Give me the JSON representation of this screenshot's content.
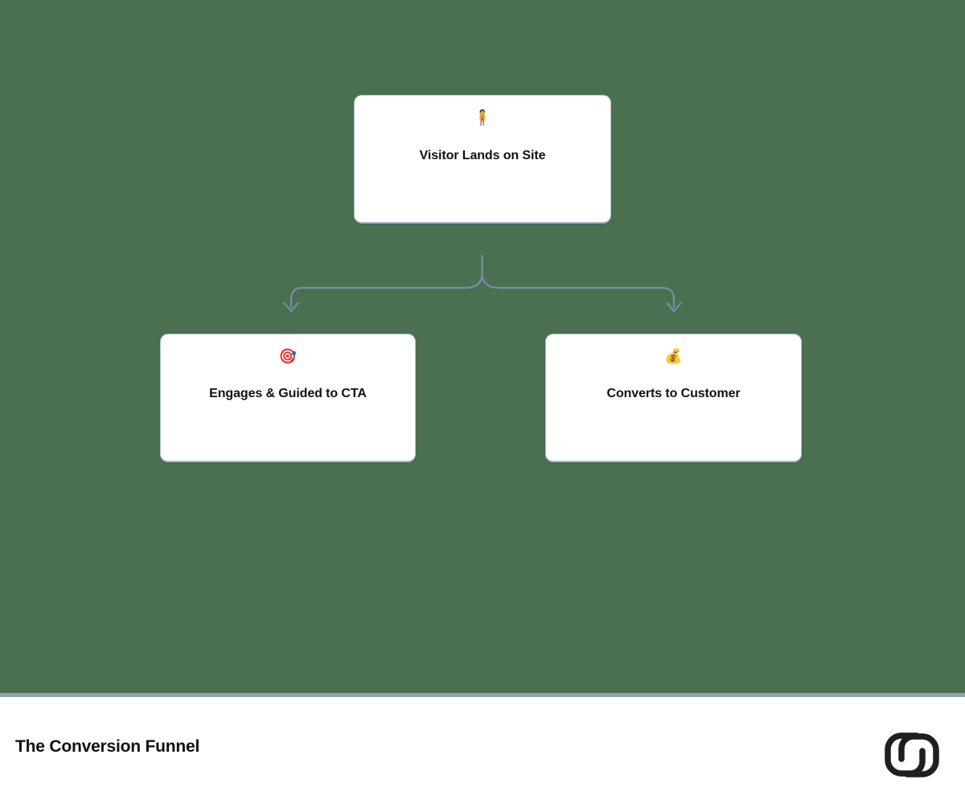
{
  "document": {
    "title": "The Conversion Funnel",
    "canvas_background_color": "#4a7050",
    "divider_color": "#8fa4b4",
    "footer_background_color": "#ffffff"
  },
  "diagram": {
    "type": "flowchart",
    "orientation": "top-down",
    "connector_color": "#7b8bb0",
    "node_border_color": "#b8c4d4",
    "node_background_color": "#ffffff",
    "node_label_color": "#111111",
    "nodes": [
      {
        "id": "root",
        "icon": "🧍",
        "icon_name": "person-standing-icon",
        "label": "Visitor Lands on Site",
        "level": 0
      },
      {
        "id": "engage",
        "icon": "🎯",
        "icon_name": "target-dart-icon",
        "label": "Engages & Guided to CTA",
        "level": 1
      },
      {
        "id": "convert",
        "icon": "💰",
        "icon_name": "money-bag-icon",
        "label": "Converts to Customer",
        "level": 1
      }
    ],
    "edges": [
      {
        "from": "root",
        "to": "engage",
        "style": "orthogonal-curved",
        "arrowhead": "open-chevron"
      },
      {
        "from": "root",
        "to": "convert",
        "style": "orthogonal-curved",
        "arrowhead": "open-chevron"
      }
    ]
  },
  "footer": {
    "title": "The Conversion Funnel",
    "logo_name": "interlocking-loops-logo",
    "logo_color": "#1f1f1f"
  }
}
